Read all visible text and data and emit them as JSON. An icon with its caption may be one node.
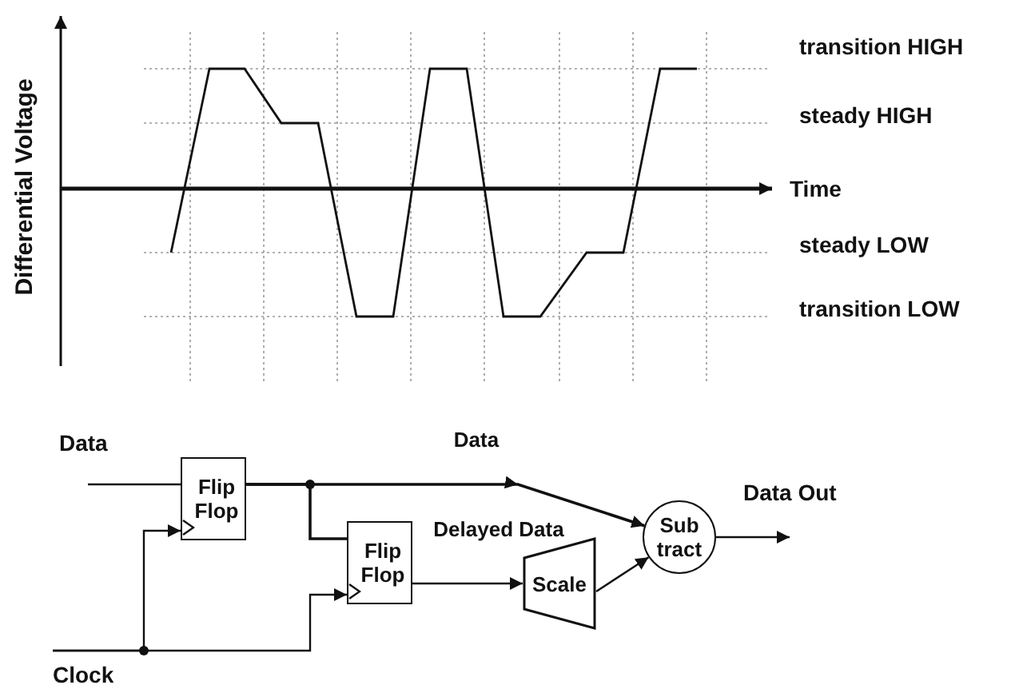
{
  "diagram": {
    "nodes": [
      {
        "text": [
          "Flip Flop"
        ]
      },
      {
        "text": [
          "Flip Flop"
        ]
      },
      {
        "text": [
          "Scale"
        ]
      },
      {
        "text": [
          "Sub tract"
        ]
      }
    ],
    "edges": [
      {
        "from": null,
        "to": 0,
        "arrow": "none"
      },
      {
        "from": 0,
        "to": 3,
        "arrow": "to",
        "label": "Data"
      },
      {
        "from": 0,
        "to": 1,
        "arrow": "none"
      },
      {
        "from": 1,
        "to": 2,
        "arrow": "to",
        "label": "Delayed Data"
      },
      {
        "from": 2,
        "to": 3,
        "arrow": "to"
      },
      {
        "from": 3,
        "to": null,
        "arrow": "to"
      },
      {
        "from": null,
        "to": 0,
        "arrow": "to"
      },
      {
        "from": null,
        "to": 1,
        "arrow": "to"
      }
    ],
    "labels": [
      "Differential Voltage",
      "transition HIGH",
      "steady HIGH",
      "Time",
      "steady LOW",
      "transition LOW",
      "Data",
      "Data Out",
      "Clock"
    ]
  }
}
